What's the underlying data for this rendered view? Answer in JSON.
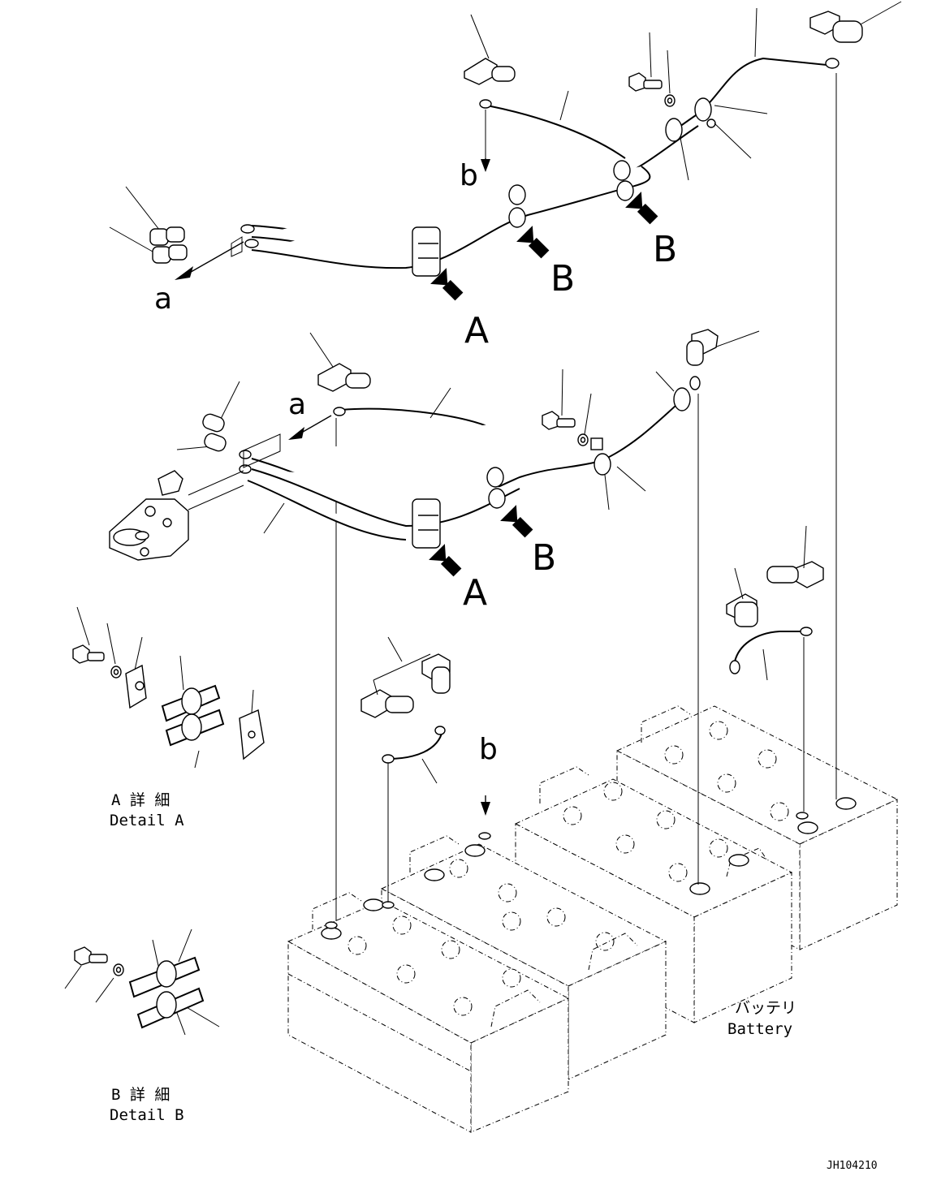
{
  "labels": {
    "a_top": "a",
    "a_mid": "a",
    "b_top": "b",
    "b_bottom": "b",
    "A_top": "A",
    "A_mid": "A",
    "B_top_1": "B",
    "B_top_2": "B",
    "B_mid": "B"
  },
  "captions": {
    "detail_a_jp": "A 詳 細",
    "detail_a_en": "Detail A",
    "detail_b_jp": "B 詳 細",
    "detail_b_en": "Detail B",
    "battery_jp": "バッテリ",
    "battery_en": "Battery"
  },
  "drawing_code": "JH104210",
  "icons": [
    "arrow-marker-icon",
    "cable-terminal-icon",
    "terminal-cap-icon",
    "bolt-icon",
    "washer-icon",
    "clamp-icon"
  ]
}
